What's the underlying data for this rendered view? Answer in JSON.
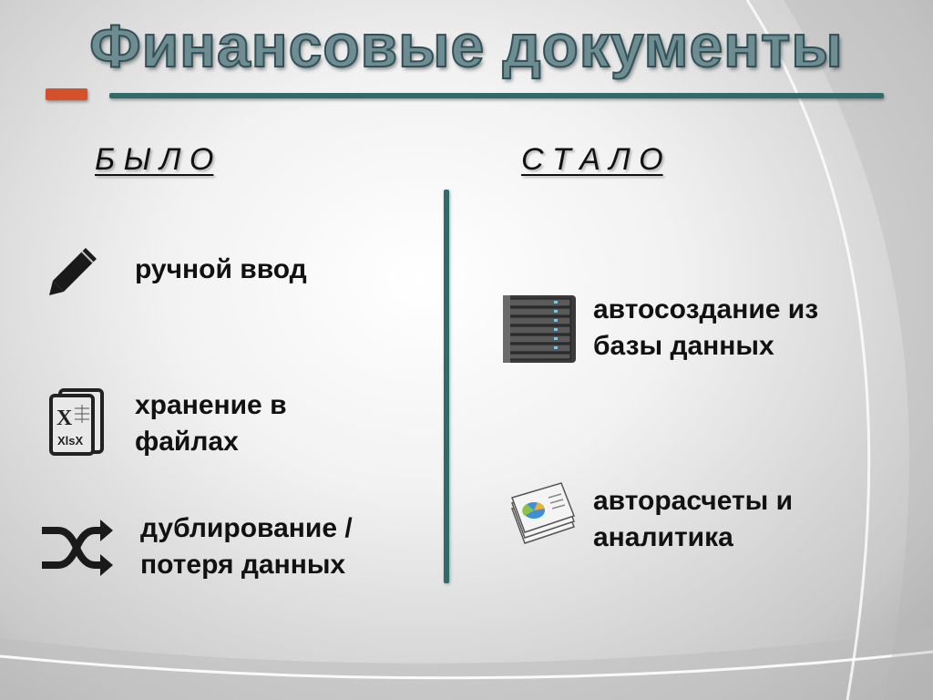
{
  "slide": {
    "title": "Финансовые документы",
    "left_header": "Б Ы Л О",
    "right_header": "С Т А Л О",
    "before": [
      {
        "icon": "pencil-icon",
        "line1": "ручной ввод",
        "line2": ""
      },
      {
        "icon": "xlsx-file-icon",
        "line1": "хранение в",
        "line2": "файлах",
        "icon_label": "XlsX",
        "icon_letter": "X"
      },
      {
        "icon": "shuffle-icon",
        "line1": "дублирование /",
        "line2": "потеря данных"
      }
    ],
    "after": [
      {
        "icon": "server-rack-icon",
        "line1": "автосоздание из",
        "line2": "базы данных"
      },
      {
        "icon": "report-chart-icon",
        "line1": "авторасчеты и",
        "line2": "аналитика"
      }
    ]
  },
  "colors": {
    "accent_orange": "#d4512b",
    "teal_rule": "#2f6b6b",
    "title_fill": "#6f8c92"
  }
}
